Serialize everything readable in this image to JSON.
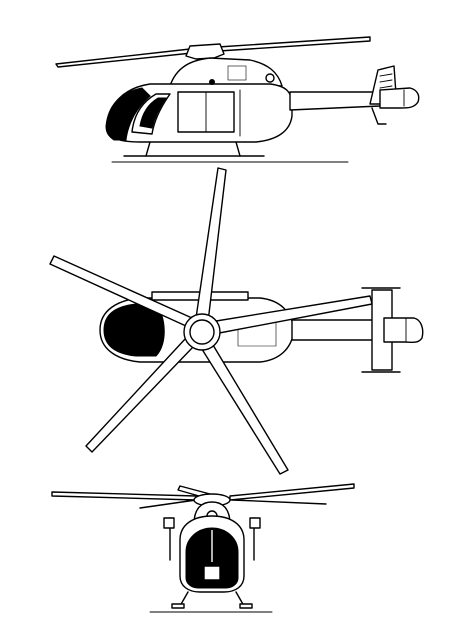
{
  "drawing": {
    "subject": "",
    "views": [
      {
        "id": "side",
        "name": ""
      },
      {
        "id": "top",
        "name": ""
      },
      {
        "id": "front",
        "name": ""
      }
    ],
    "main_rotor_blades": 5,
    "colors": {
      "line": "#000000",
      "background": "#ffffff"
    }
  }
}
